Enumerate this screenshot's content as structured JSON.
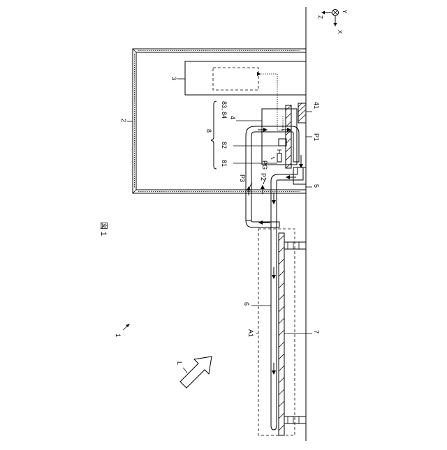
{
  "figure": {
    "title": "図 1",
    "axes": {
      "z": "Z",
      "y": "Y",
      "x": "X"
    },
    "labels": {
      "ref_1": "1",
      "ref_2": "2",
      "ref_3": "3",
      "ref_4": "4",
      "ref_5": "5",
      "ref_6": "6",
      "ref_7": "7",
      "ref_8": "8",
      "ref_81": "81",
      "ref_82": "82",
      "ref_83_84": "83, 84",
      "ref_41": "41",
      "ref_P1": "P1",
      "ref_P2": "P2",
      "ref_P3": "P3",
      "ref_PG": "PG",
      "ref_A1": "A1",
      "ref_L": "L"
    }
  }
}
